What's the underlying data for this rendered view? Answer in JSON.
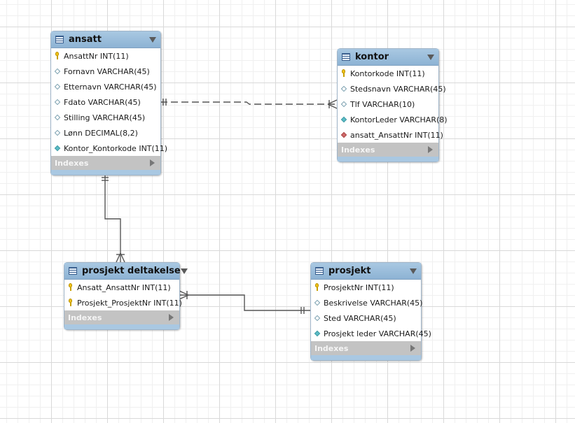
{
  "entities": {
    "ansatt": {
      "title": "ansatt",
      "indexes_label": "Indexes",
      "columns": [
        {
          "text": "AnsattNr INT(11)",
          "icon": "primary-key-icon"
        },
        {
          "text": "Fornavn VARCHAR(45)",
          "icon": "column-icon"
        },
        {
          "text": "Etternavn VARCHAR(45)",
          "icon": "column-icon"
        },
        {
          "text": "Fdato VARCHAR(45)",
          "icon": "column-icon"
        },
        {
          "text": "Stilling VARCHAR(45)",
          "icon": "column-icon"
        },
        {
          "text": "Lønn DECIMAL(8,2)",
          "icon": "column-icon"
        },
        {
          "text": "Kontor_Kontorkode INT(11)",
          "icon": "foreign-key-icon"
        }
      ]
    },
    "kontor": {
      "title": "kontor",
      "indexes_label": "Indexes",
      "columns": [
        {
          "text": "Kontorkode INT(11)",
          "icon": "primary-key-icon"
        },
        {
          "text": "Stedsnavn VARCHAR(45)",
          "icon": "column-icon"
        },
        {
          "text": "Tlf VARCHAR(10)",
          "icon": "column-icon"
        },
        {
          "text": "KontorLeder VARCHAR(8)",
          "icon": "foreign-key-icon"
        },
        {
          "text": "ansatt_AnsattNr INT(11)",
          "icon": "red-foreign-key-icon"
        }
      ]
    },
    "deltakelse": {
      "title": "prosjekt deltakelse",
      "indexes_label": "Indexes",
      "columns": [
        {
          "text": "Ansatt_AnsattNr INT(11)",
          "icon": "primary-key-icon"
        },
        {
          "text": "Prosjekt_ProsjektNr INT(11)",
          "icon": "primary-key-icon"
        }
      ]
    },
    "prosjekt": {
      "title": "prosjekt",
      "indexes_label": "Indexes",
      "columns": [
        {
          "text": "ProsjektNr INT(11)",
          "icon": "primary-key-icon"
        },
        {
          "text": "Beskrivelse VARCHAR(45)",
          "icon": "column-icon"
        },
        {
          "text": "Sted VARCHAR(45)",
          "icon": "column-icon"
        },
        {
          "text": "Prosjekt leder VARCHAR(45)",
          "icon": "foreign-key-icon"
        }
      ]
    }
  },
  "relationships": [
    {
      "from": "ansatt",
      "to": "kontor",
      "cardinality": "one-to-many",
      "style": "dashed"
    },
    {
      "from": "ansatt",
      "to": "prosjekt deltakelse",
      "cardinality": "one-to-many",
      "style": "solid"
    },
    {
      "from": "prosjekt",
      "to": "prosjekt deltakelse",
      "cardinality": "one-to-many",
      "style": "solid"
    }
  ],
  "colors": {
    "header": "#a9c8e2",
    "footer": "#c3c3c3",
    "key": "#f2c318",
    "foreign_key": "#5bbcc6",
    "red_foreign_key": "#d06a6a",
    "connector": "#555555"
  }
}
